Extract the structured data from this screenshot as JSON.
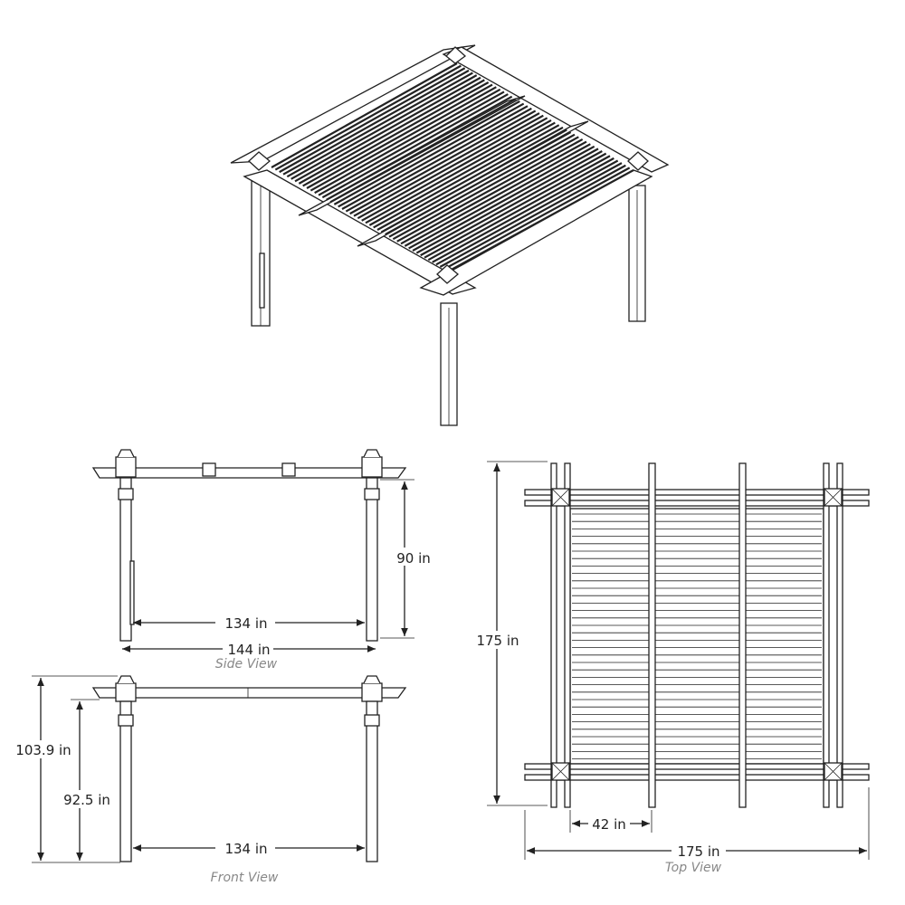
{
  "side_view": {
    "caption": "Side View",
    "height": "90 in",
    "inner_width": "134 in",
    "outer_width": "144 in"
  },
  "front_view": {
    "caption": "Front View",
    "total_height": "103.9 in",
    "clear_height": "92.5 in",
    "inner_width": "134 in"
  },
  "top_view": {
    "caption": "Top View",
    "depth": "175 in",
    "bay_width": "42 in",
    "width": "175 in"
  },
  "colors": {
    "line": "#222222",
    "caption": "#888888"
  }
}
